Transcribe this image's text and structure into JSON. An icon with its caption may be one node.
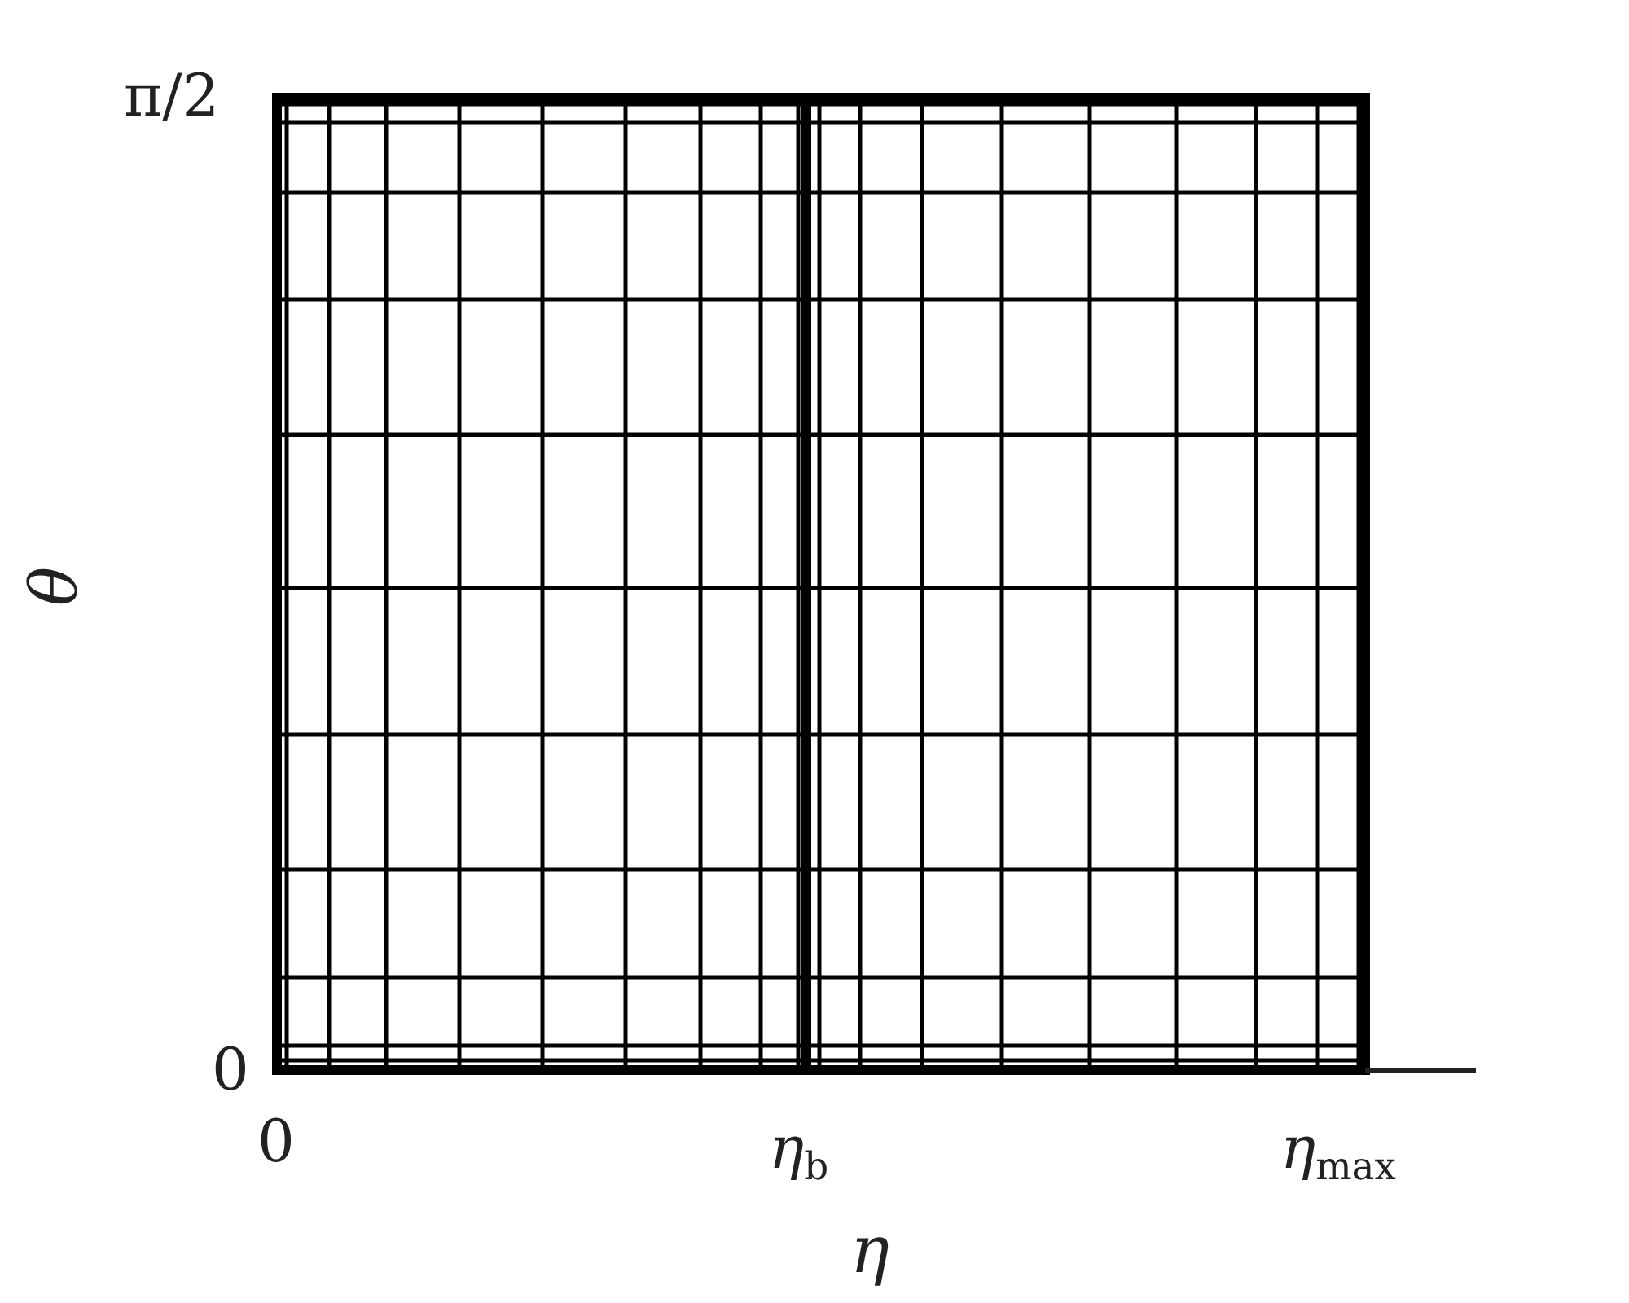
{
  "diagram": {
    "labels": [
      "π/2",
      "0",
      "θ",
      "0",
      "η$_{b}$",
      "η$_{max}$",
      "η"
    ]
  }
}
